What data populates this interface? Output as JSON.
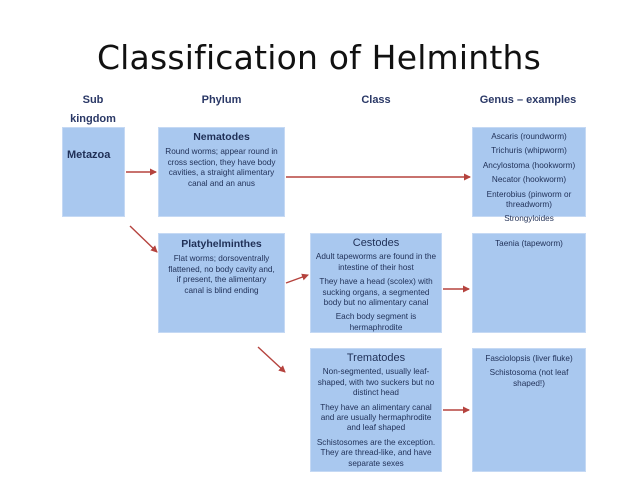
{
  "title": "Classification of Helminths",
  "headers": {
    "subkingdom": "Sub kingdom",
    "phylum": "Phylum",
    "class": "Class",
    "genus": "Genus – examples"
  },
  "subkingdom_box": {
    "label": "Metazoa"
  },
  "nematodes": {
    "name": "Nematodes",
    "desc": "Round worms; appear round in cross section, they have body cavities, a straight alimentary canal and an anus"
  },
  "nematodes_genus": [
    "Ascaris (roundworm)",
    "Trichuris (whipworm)",
    "Ancylostoma (hookworm)",
    "Necator (hookworm)",
    "Enterobius (pinworm or threadworm)",
    "Strongyloides"
  ],
  "platyhelminthes": {
    "name": "Platyhelminthes",
    "desc": "Flat worms; dorsoventrally flattened, no body cavity and, if present, the alimentary canal is blind ending"
  },
  "cestodes": {
    "name": "Cestodes",
    "lines": [
      "Adult tapeworms are found in the intestine of their host",
      "They have a head (scolex) with sucking organs, a segmented body but no alimentary canal",
      "Each body segment is hermaphrodite"
    ]
  },
  "cestodes_genus": [
    "Taenia (tapeworm)"
  ],
  "trematodes": {
    "name": "Trematodes",
    "lines": [
      "Non-segmented, usually leaf-shaped, with two suckers but no distinct head",
      "They have an alimentary canal and are usually hermaphrodite and leaf shaped",
      "Schistosomes are the exception. They are thread-like, and have separate sexes"
    ]
  },
  "trematodes_genus": [
    "Fasciolopsis (liver fluke)",
    "Schistosoma (not leaf shaped!)"
  ],
  "colors": {
    "box": "#a9c8ef",
    "arrow": "#b5433e",
    "text": "#1f2f56"
  }
}
